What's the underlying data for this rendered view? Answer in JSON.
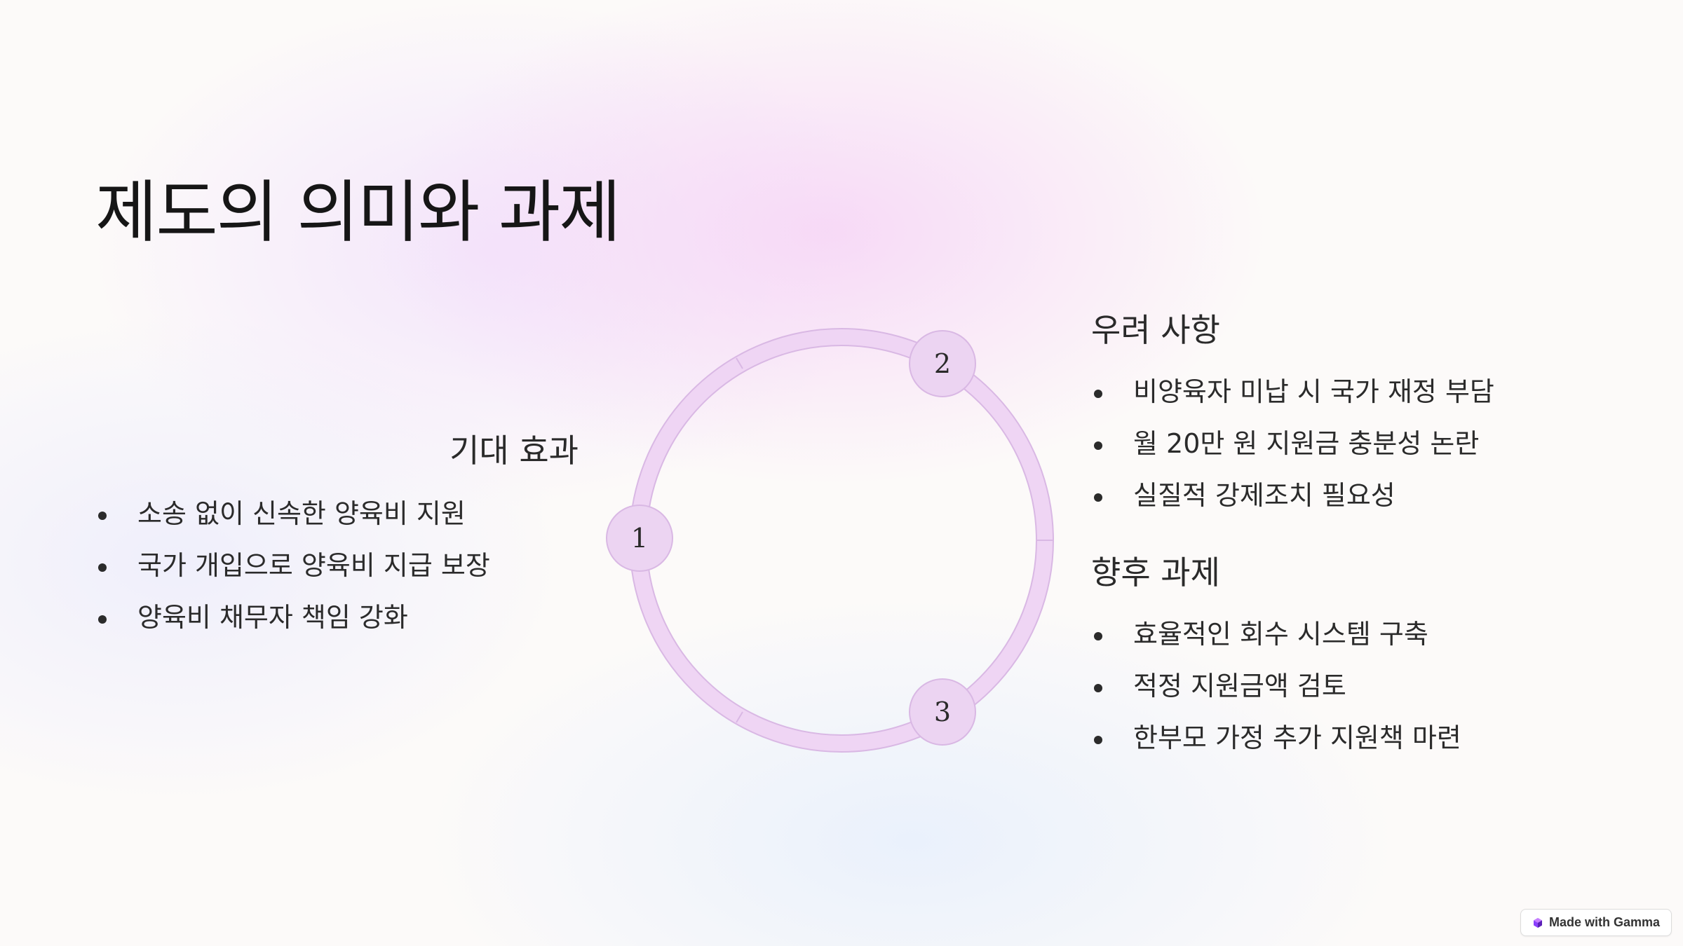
{
  "slide": {
    "title": "제도의 의미와 과제"
  },
  "sections": {
    "left": {
      "heading": "기대 효과",
      "items": [
        "소송 없이 신속한 양육비 지원",
        "국가 개입으로 양육비 지급 보장",
        "양육비 채무자 책임 강화"
      ]
    },
    "right_top": {
      "heading": "우려 사항",
      "items": [
        "비양육자 미납 시 국가 재정 부담",
        "월 20만 원 지원금 충분성 논란",
        "실질적 강제조치 필요성"
      ]
    },
    "right_bottom": {
      "heading": "향후 과제",
      "items": [
        "효율적인 회수 시스템 구축",
        "적정 지원금액 검토",
        "한부모 가정 추가 지원책 마련"
      ]
    }
  },
  "cycle": {
    "nodes": [
      "1",
      "2",
      "3"
    ],
    "ring_color": "#efd5f4",
    "node_color": "#ecd4f2",
    "stroke_color": "#d9b8e4"
  },
  "badge": {
    "label": "Made with Gamma",
    "icon": "gamma-logo-icon"
  }
}
